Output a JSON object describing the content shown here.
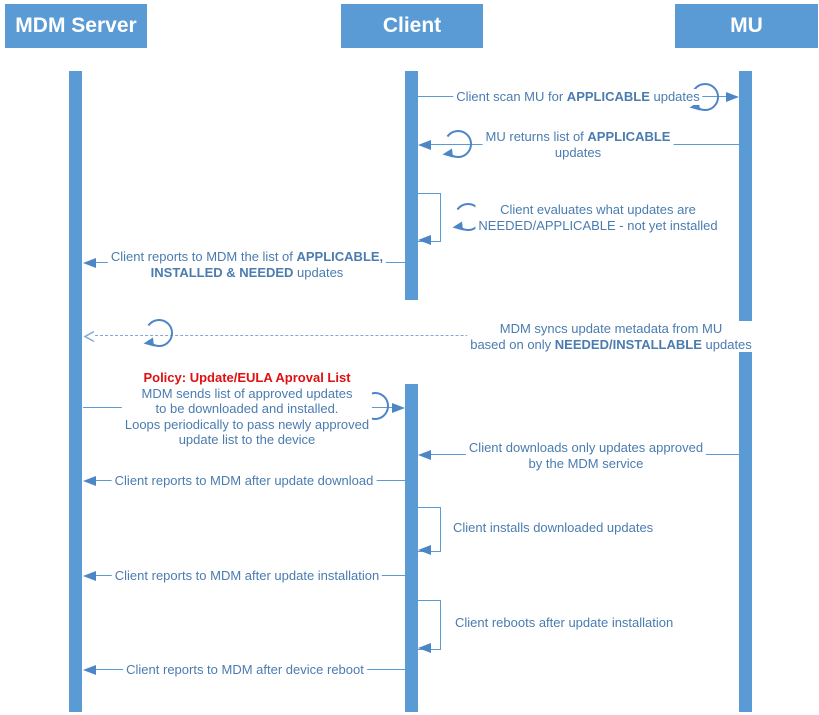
{
  "participants": {
    "mdm": "MDM Server",
    "client": "Client",
    "mu": "MU"
  },
  "colors": {
    "accent": "#5b9bd5",
    "line_dark": "#4d86c6",
    "message_text": "#4a7cb0",
    "policy_red": "#e01010"
  },
  "messages": {
    "scan": {
      "pre": "Client scan MU for ",
      "bold": "APPLICABLE",
      "post": " updates"
    },
    "returns": {
      "pre": "MU returns list of ",
      "bold": "APPLICABLE",
      "line2": "updates"
    },
    "evaluates": {
      "line1": "Client evaluates what updates are",
      "line2": "NEEDED/APPLICABLE - not yet installed"
    },
    "reports_list": {
      "pre": "Client reports to MDM the list of ",
      "bold1": "APPLICABLE,",
      "bold2": "INSTALLED & NEEDED",
      "post": " updates"
    },
    "sync": {
      "line1": "MDM syncs update metadata from MU",
      "pre2": "based on only ",
      "bold2": "NEEDED/INSTALLABLE",
      "post2": " updates"
    },
    "policy": {
      "title": "Policy: Update/EULA Aproval List",
      "line1": "MDM sends list of approved updates",
      "line2": "to be downloaded and installed.",
      "line3": "Loops periodically to pass newly approved",
      "line4": "update list to the device"
    },
    "downloads": {
      "line1": "Client downloads only updates approved",
      "line2": "by the MDM service"
    },
    "report_download": "Client reports to MDM after update download",
    "installs": "Client installs downloaded updates",
    "report_install": "Client reports to MDM after update installation",
    "reboots": "Client reboots after update installation",
    "report_reboot": "Client reports to MDM after device reboot"
  }
}
